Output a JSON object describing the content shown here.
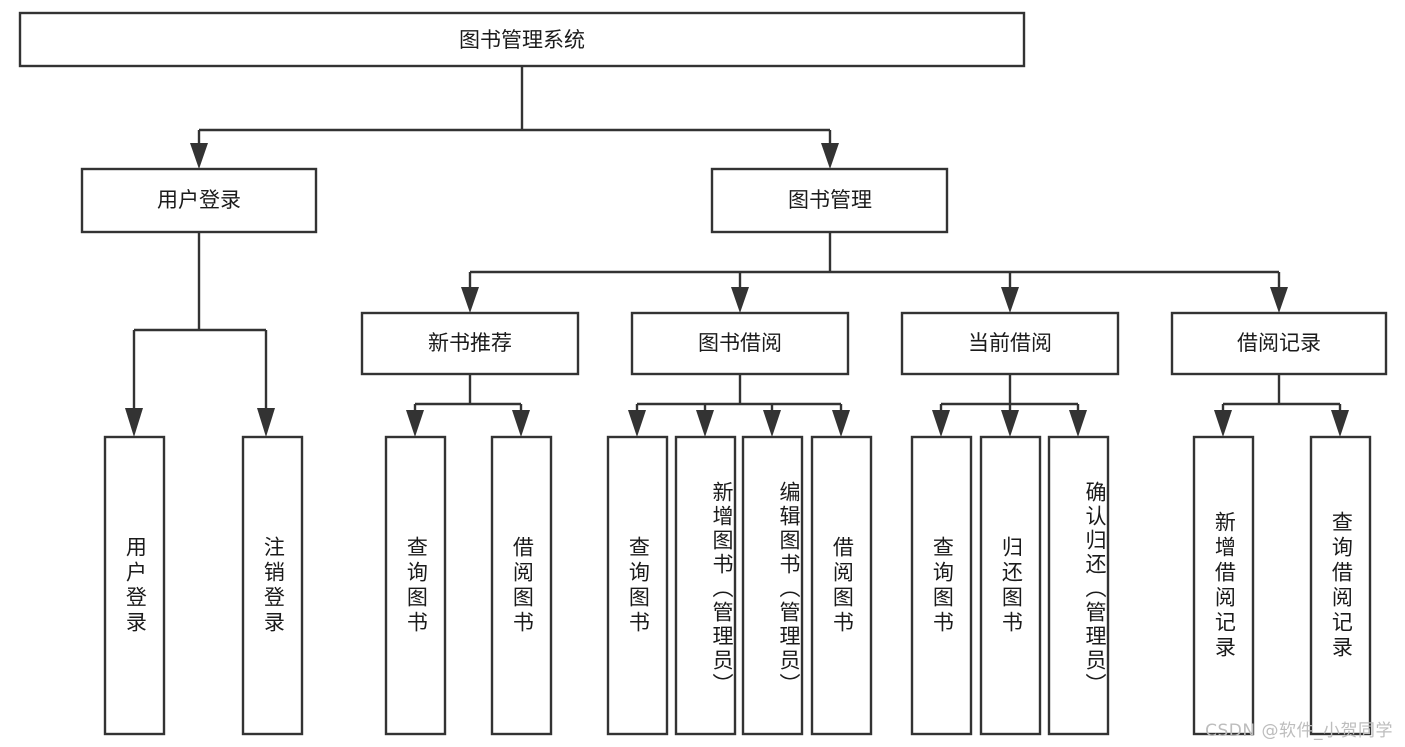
{
  "diagram": {
    "title": "图书管理系统",
    "type": "tree-hierarchy-diagram",
    "accent_color": "#333333",
    "background_color": "#ffffff",
    "nodes": {
      "root": {
        "label": "图书管理系统"
      },
      "level2": [
        {
          "id": "user-login",
          "label": "用户登录"
        },
        {
          "id": "book-management",
          "label": "图书管理"
        }
      ],
      "level3": [
        {
          "id": "new-book-recommend",
          "label": "新书推荐"
        },
        {
          "id": "book-borrow",
          "label": "图书借阅"
        },
        {
          "id": "current-borrow",
          "label": "当前借阅"
        },
        {
          "id": "borrow-record",
          "label": "借阅记录"
        }
      ],
      "leaves": {
        "user-login": [
          {
            "id": "leaf-user-login",
            "label": "用户登录"
          },
          {
            "id": "leaf-user-logout",
            "label": "注销登录"
          }
        ],
        "new-book-recommend": [
          {
            "id": "leaf-query-book-1",
            "label": "查询图书"
          },
          {
            "id": "leaf-borrow-book-1",
            "label": "借阅图书"
          }
        ],
        "book-borrow": [
          {
            "id": "leaf-query-book-2",
            "label": "查询图书"
          },
          {
            "id": "leaf-add-book",
            "label": "新增图书（管理员）"
          },
          {
            "id": "leaf-edit-book",
            "label": "编辑图书（管理员）"
          },
          {
            "id": "leaf-borrow-book-2",
            "label": "借阅图书"
          }
        ],
        "current-borrow": [
          {
            "id": "leaf-query-book-3",
            "label": "查询图书"
          },
          {
            "id": "leaf-return-book",
            "label": "归还图书"
          },
          {
            "id": "leaf-confirm-return",
            "label": "确认归还（管理员）"
          }
        ],
        "borrow-record": [
          {
            "id": "leaf-add-borrow-record",
            "label": "新增借阅记录"
          },
          {
            "id": "leaf-query-borrow-record",
            "label": "查询借阅记录"
          }
        ]
      }
    }
  },
  "watermark": {
    "text": "CSDN @软件_小贺同学"
  }
}
